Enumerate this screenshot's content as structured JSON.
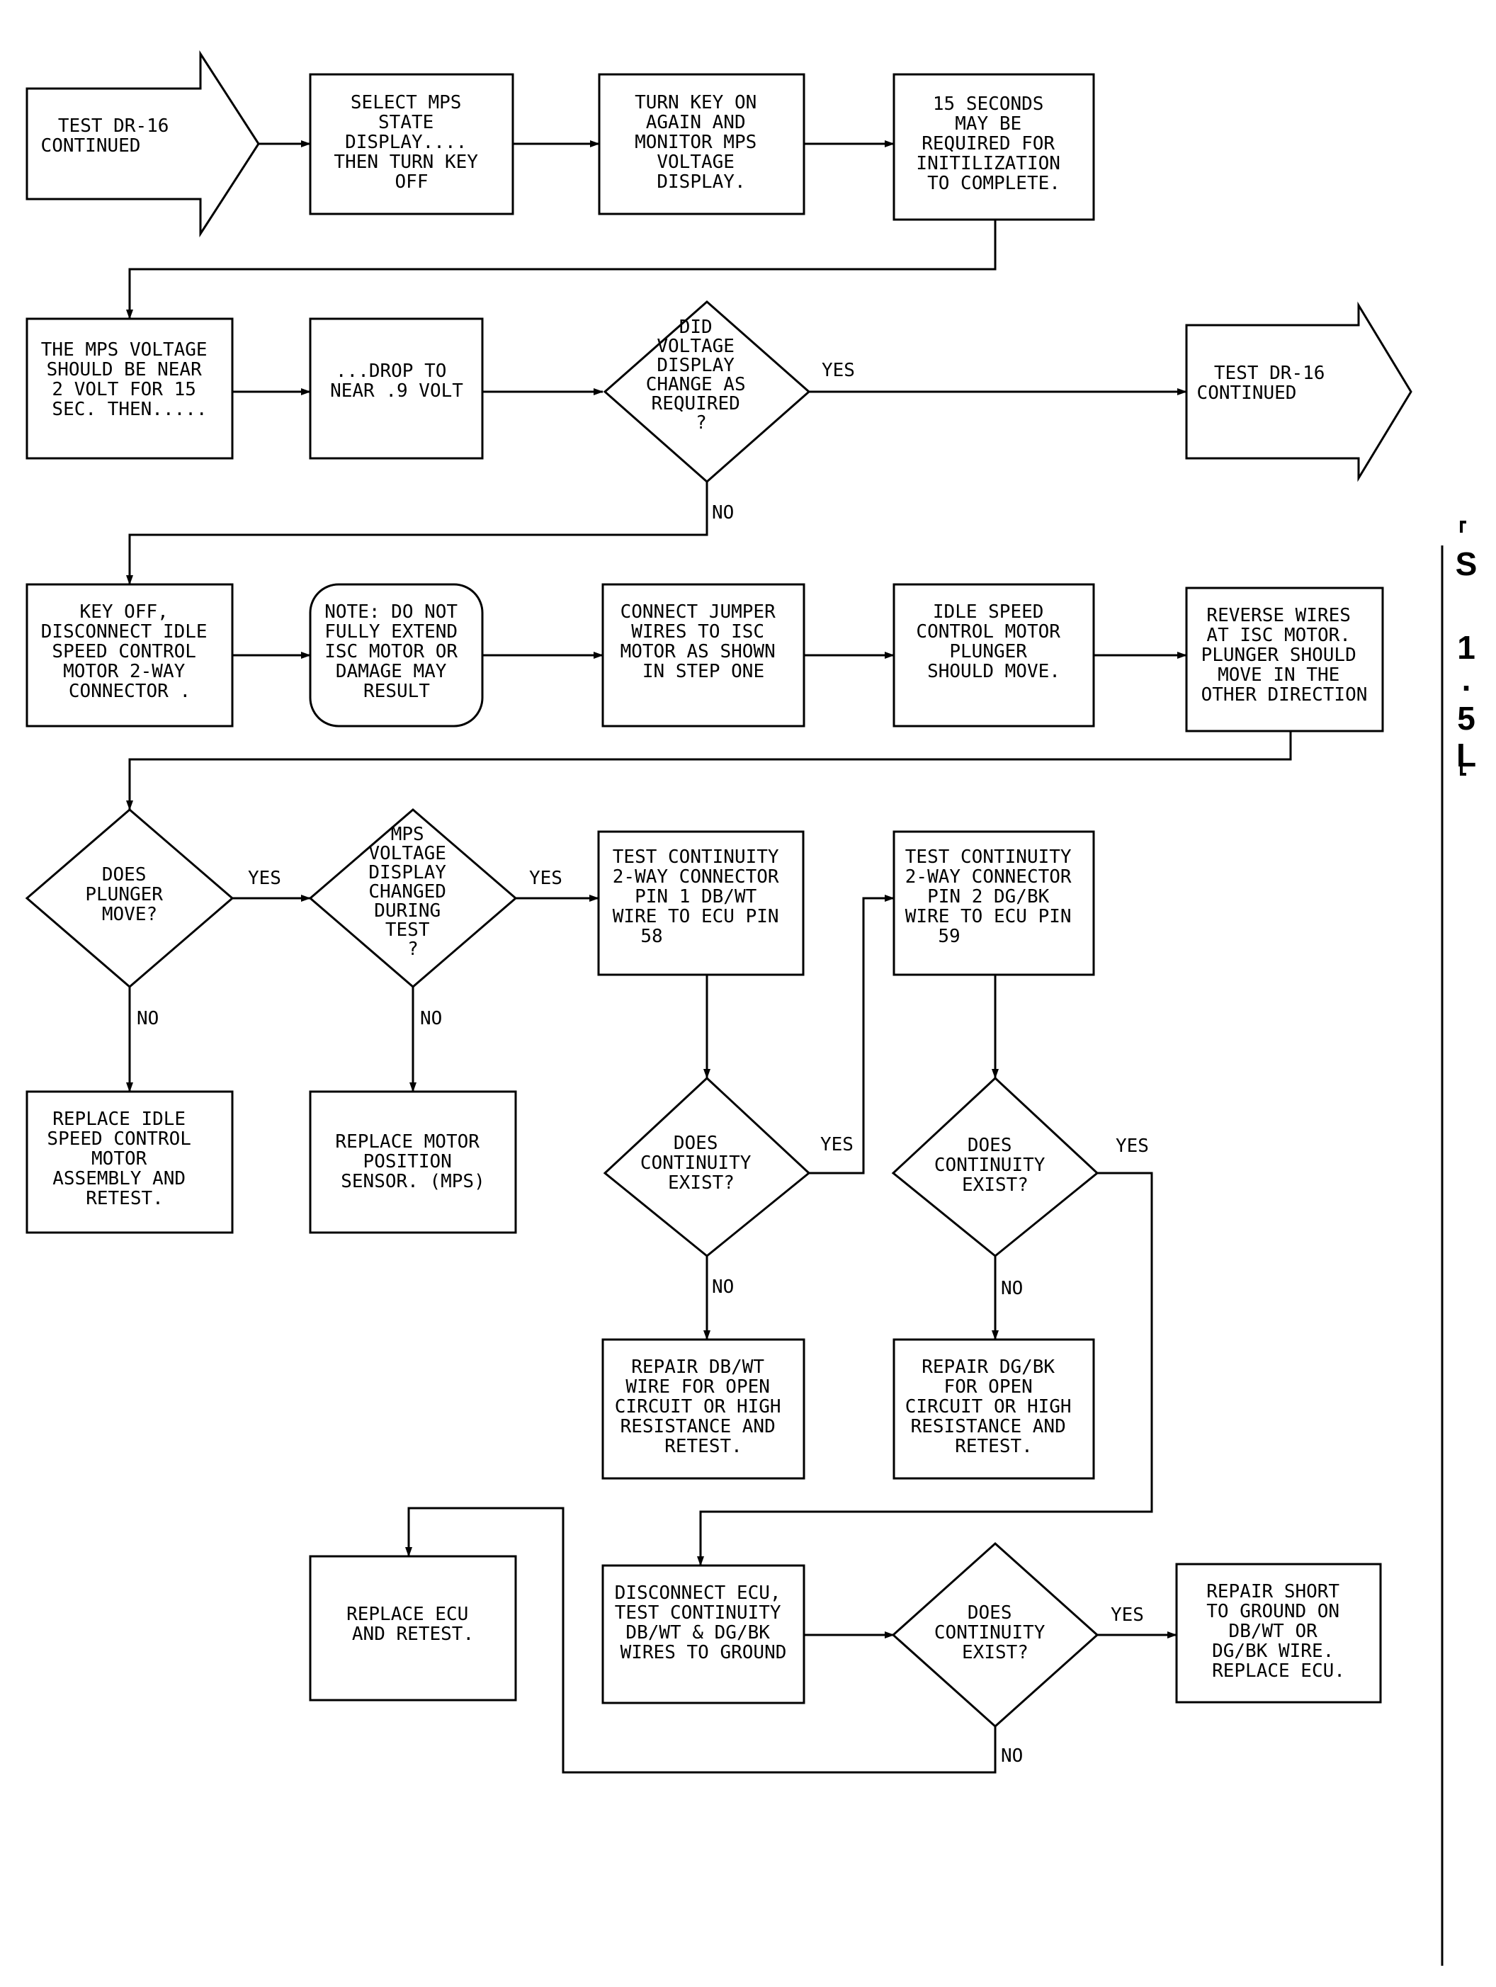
{
  "flowchart": {
    "start_arrow": [
      "TEST DR-16",
      "CONTINUED"
    ],
    "select_mps": [
      "SELECT MPS",
      "STATE",
      "DISPLAY....",
      "THEN TURN KEY",
      "OFF"
    ],
    "turn_key_on": [
      "TURN KEY ON",
      "AGAIN AND",
      "MONITOR MPS",
      "VOLTAGE",
      "DISPLAY."
    ],
    "fifteen_seconds": [
      "15 SECONDS",
      "MAY BE",
      "REQUIRED FOR",
      "INITILIZATION",
      "TO COMPLETE."
    ],
    "mps_voltage": [
      "THE MPS VOLTAGE",
      "SHOULD BE NEAR",
      "2 VOLT FOR 15",
      "SEC. THEN....."
    ],
    "drop_to": [
      "...DROP TO",
      "NEAR .9 VOLT"
    ],
    "did_voltage_change": [
      "DID",
      "VOLTAGE",
      "DISPLAY",
      "CHANGE AS",
      "REQUIRED",
      "?"
    ],
    "end_arrow": [
      "TEST DR-16",
      "CONTINUED"
    ],
    "key_off": [
      "KEY OFF,",
      "DISCONNECT IDLE",
      "SPEED CONTROL",
      "MOTOR 2-WAY",
      "CONNECTOR ."
    ],
    "note": [
      "NOTE: DO NOT",
      "FULLY EXTEND",
      "ISC MOTOR OR",
      "DAMAGE MAY",
      "RESULT"
    ],
    "connect_jumper": [
      "CONNECT JUMPER",
      "WIRES TO ISC",
      "MOTOR AS SHOWN",
      "IN STEP ONE"
    ],
    "isc_plunger": [
      "IDLE SPEED",
      "CONTROL MOTOR",
      "PLUNGER",
      "SHOULD MOVE."
    ],
    "reverse_wires": [
      "REVERSE WIRES",
      "AT ISC MOTOR.",
      "PLUNGER SHOULD",
      "MOVE IN THE",
      "OTHER DIRECTION"
    ],
    "does_plunger_move": [
      "DOES",
      "PLUNGER",
      "MOVE?"
    ],
    "mps_changed": [
      "MPS",
      "VOLTAGE",
      "DISPLAY",
      "CHANGED",
      "DURING",
      "TEST",
      "?"
    ],
    "test_pin1": [
      "TEST CONTINUITY",
      "2-WAY CONNECTOR",
      "PIN 1 DB/WT",
      "WIRE TO ECU PIN",
      "58"
    ],
    "test_pin2": [
      "TEST CONTINUITY",
      "2-WAY CONNECTOR",
      "PIN 2 DG/BK",
      "WIRE TO ECU PIN",
      "59"
    ],
    "replace_isc": [
      "REPLACE IDLE",
      "SPEED CONTROL",
      "MOTOR",
      "ASSEMBLY AND",
      "RETEST."
    ],
    "replace_mps": [
      "REPLACE MOTOR",
      "POSITION",
      "SENSOR. (MPS)"
    ],
    "continuity_1": [
      "DOES",
      "CONTINUITY",
      "EXIST?"
    ],
    "continuity_2": [
      "DOES",
      "CONTINUITY",
      "EXIST?"
    ],
    "repair_dbwt": [
      "REPAIR DB/WT",
      "WIRE FOR OPEN",
      "CIRCUIT OR HIGH",
      "RESISTANCE AND",
      "RETEST."
    ],
    "repair_dgbk": [
      "REPAIR DG/BK",
      "FOR OPEN",
      "CIRCUIT OR HIGH",
      "RESISTANCE AND",
      "RETEST."
    ],
    "replace_ecu": [
      "REPLACE ECU",
      "AND RETEST."
    ],
    "disconnect_ecu": [
      "DISCONNECT ECU,",
      "TEST CONTINUITY",
      "DB/WT & DG/BK",
      "WIRES TO GROUND"
    ],
    "continuity_3": [
      "DOES",
      "CONTINUITY",
      "EXIST?"
    ],
    "repair_short": [
      "REPAIR SHORT",
      "TO GROUND ON",
      "DB/WT OR",
      "DG/BK WIRE.",
      "REPLACE ECU."
    ],
    "labels": {
      "yes": "YES",
      "no": "NO"
    }
  },
  "side_tab": [
    "S",
    "1",
    ".",
    "5",
    "L"
  ]
}
